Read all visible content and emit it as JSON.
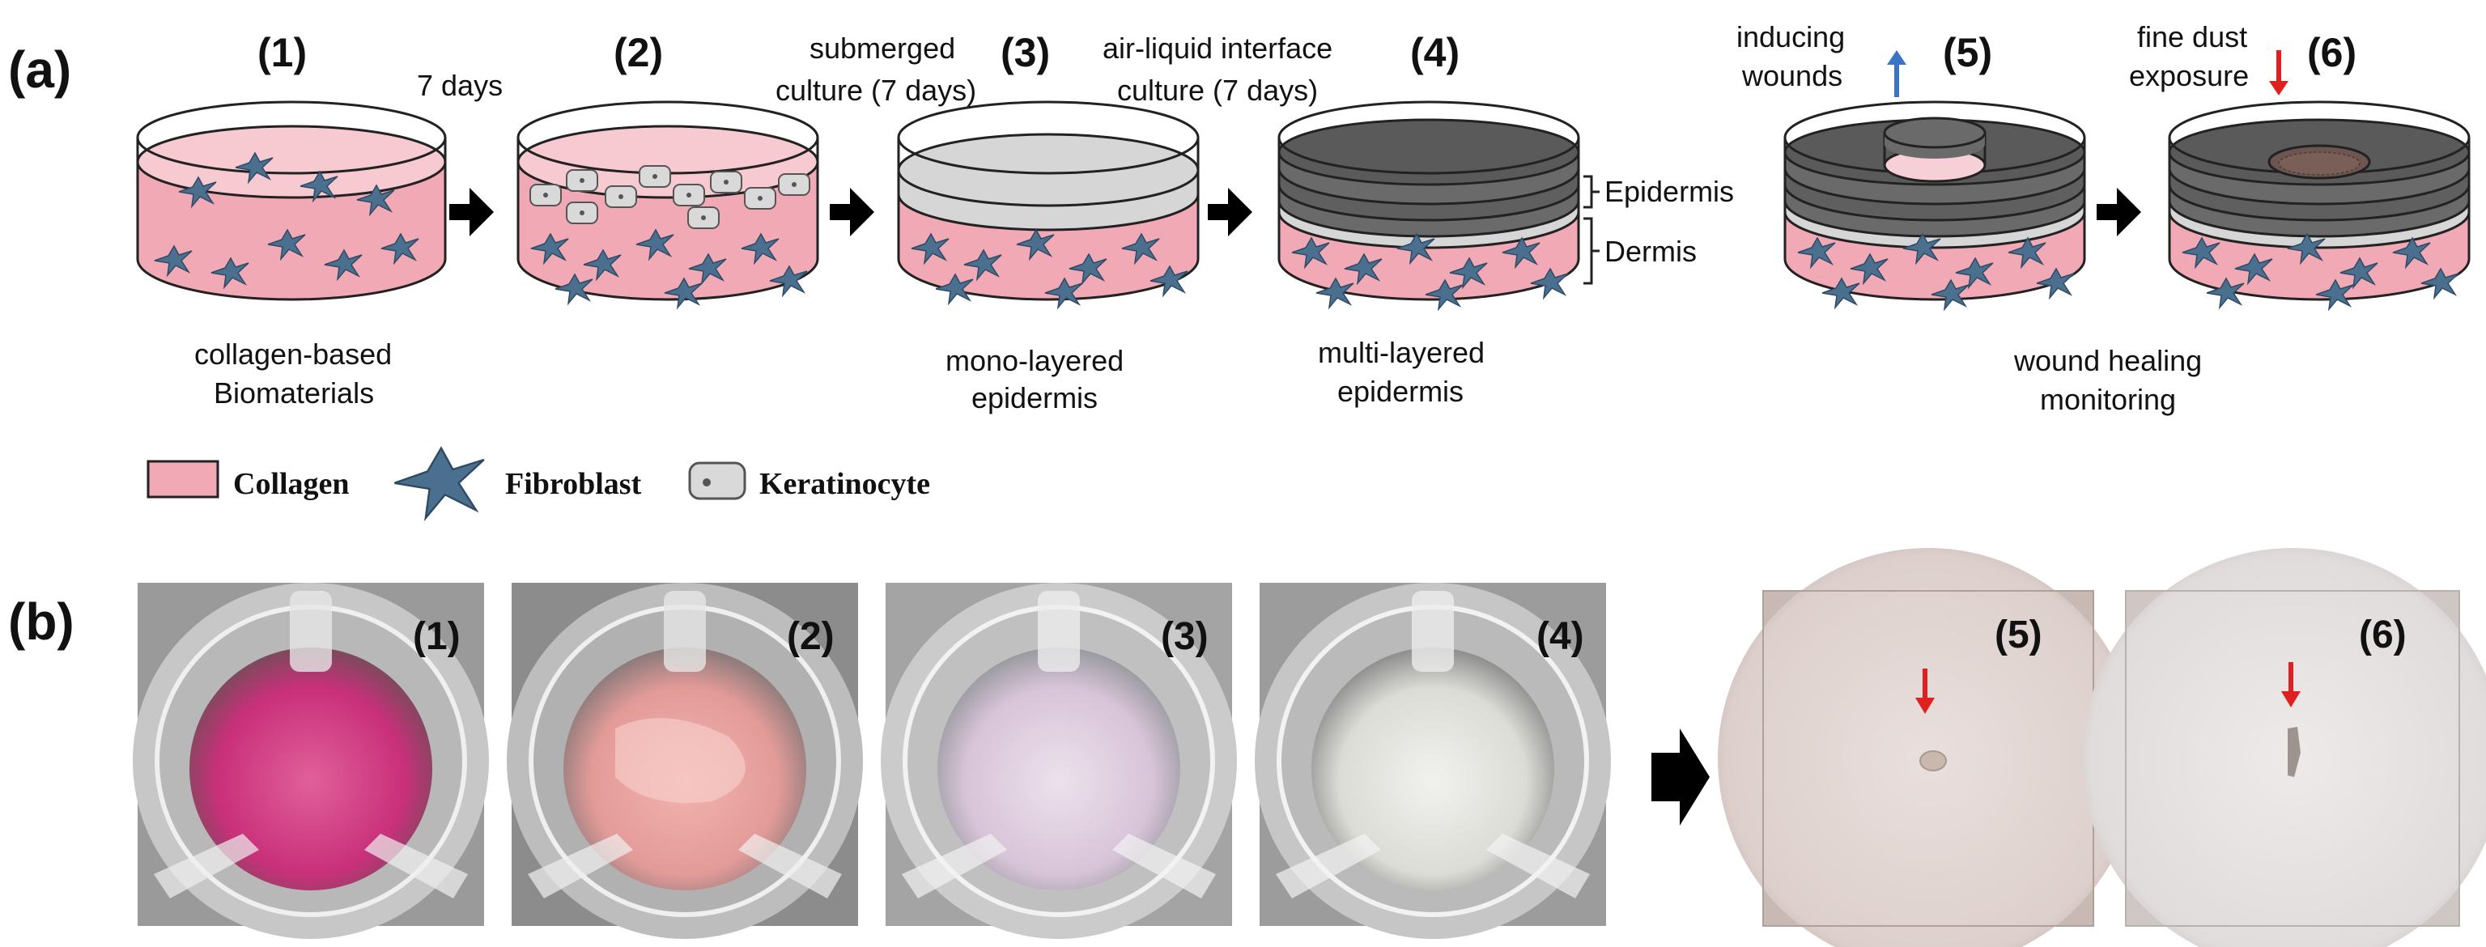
{
  "panel_a": {
    "label": "(a)",
    "steps": [
      {
        "num": "(1)",
        "caption_lines": [
          "collagen-based",
          "Biomaterials"
        ]
      },
      {
        "num": "(2)",
        "caption_lines": []
      },
      {
        "num": "(3)",
        "caption_lines": [
          "mono-layered",
          "epidermis"
        ]
      },
      {
        "num": "(4)",
        "caption_lines": [
          "multi-layered",
          "epidermis"
        ]
      },
      {
        "num": "(5)",
        "caption_lines": []
      },
      {
        "num": "(6)",
        "caption_lines": []
      }
    ],
    "annotations": {
      "seven_days": "7 days",
      "submerged_line1": "submerged",
      "submerged_line2": "culture (7 days)",
      "ali_line1": "air-liquid interface",
      "ali_line2": "culture (7 days)",
      "inducing_line1": "inducing",
      "inducing_line2": "wounds",
      "dust_line1": "fine dust",
      "dust_line2": "exposure",
      "epidermis": "Epidermis",
      "dermis": "Dermis",
      "monitoring_line1": "wound healing",
      "monitoring_line2": "monitoring"
    },
    "legend": {
      "collagen": "Collagen",
      "fibroblast": "Fibroblast",
      "keratinocyte": "Keratinocyte"
    }
  },
  "panel_b": {
    "label": "(b)",
    "photo_labels": [
      "(1)",
      "(2)",
      "(3)",
      "(4)",
      "(5)",
      "(6)"
    ]
  },
  "colors": {
    "collagen": "#f0a9b5",
    "collagen_stroke": "#222222",
    "fibroblast": "#4a6f8f",
    "keratinocyte": "#d9d9d9",
    "epidermis_dark": "#5f5f5f",
    "mono_layer": "#d6d6d6",
    "arrow_up": "#3b74c4",
    "arrow_down": "#e02020"
  }
}
